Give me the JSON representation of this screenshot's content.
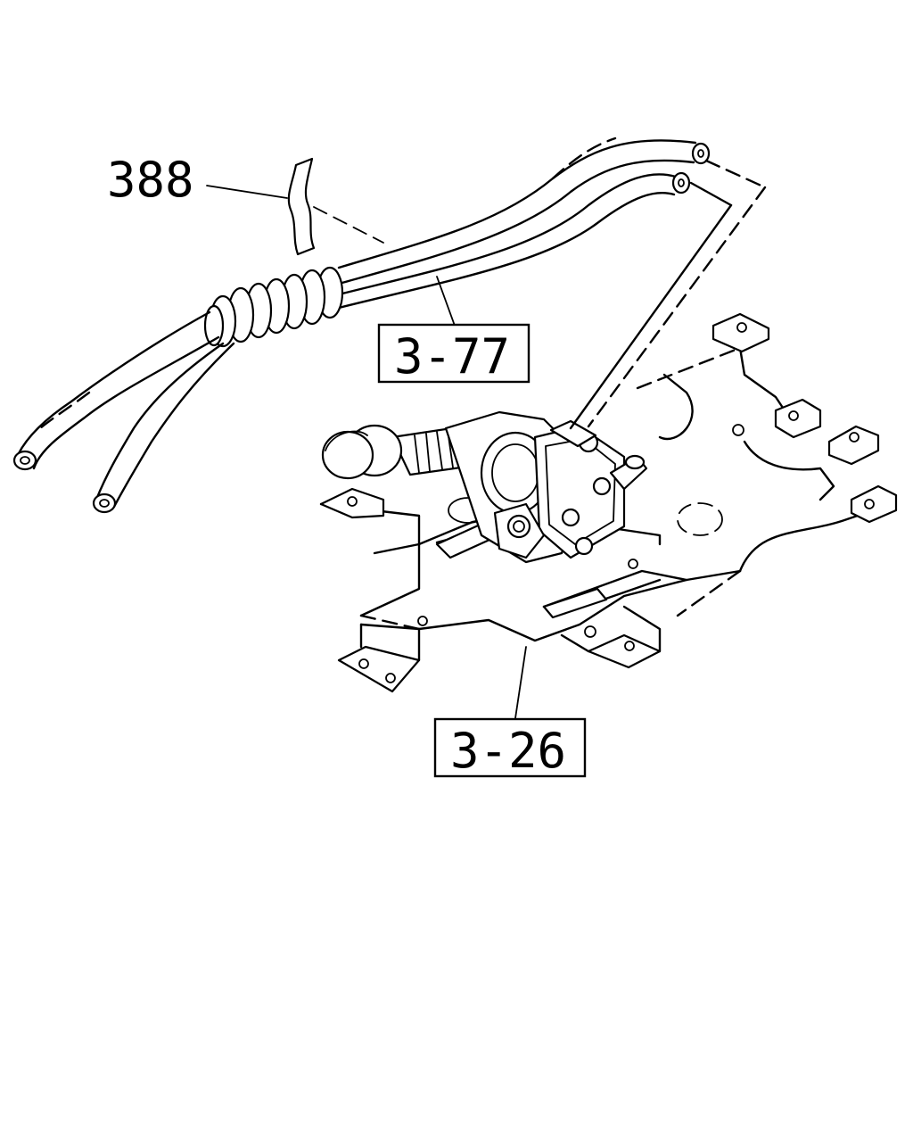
{
  "callouts": {
    "part_388": "388",
    "part_3_77": "3-77",
    "part_3_26": "3-26"
  },
  "colors": {
    "line": "#000000",
    "background": "#ffffff"
  }
}
